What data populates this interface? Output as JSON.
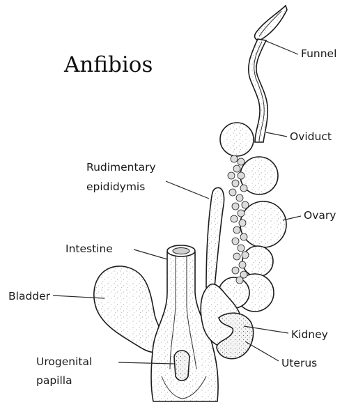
{
  "title": "Anfibios",
  "labels": {
    "funnel": "Funnel",
    "oviduct": "Oviduct",
    "rudimentary_1": "Rudimentary",
    "rudimentary_2": "epididymis",
    "ovary": "Ovary",
    "intestine": "Intestine",
    "bladder": "Bladder",
    "kidney": "Kidney",
    "urogenital_1": "Urogenital",
    "urogenital_2": "papilla",
    "uterus": "Uterus"
  },
  "colors": {
    "background": "#ffffff",
    "ink": "#1a1a1a"
  }
}
